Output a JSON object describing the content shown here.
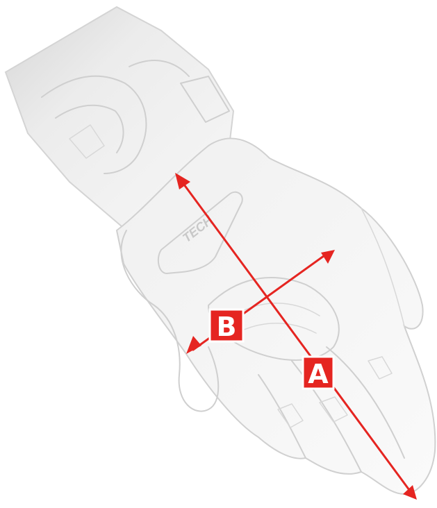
{
  "diagram": {
    "measurements": [
      {
        "id": "A",
        "label": "A"
      },
      {
        "id": "B",
        "label": "B"
      }
    ],
    "logo_text": "TECH",
    "colors": {
      "accent": "#e52521",
      "glove_outline": "#cfcfcf",
      "background": "#ffffff"
    }
  }
}
